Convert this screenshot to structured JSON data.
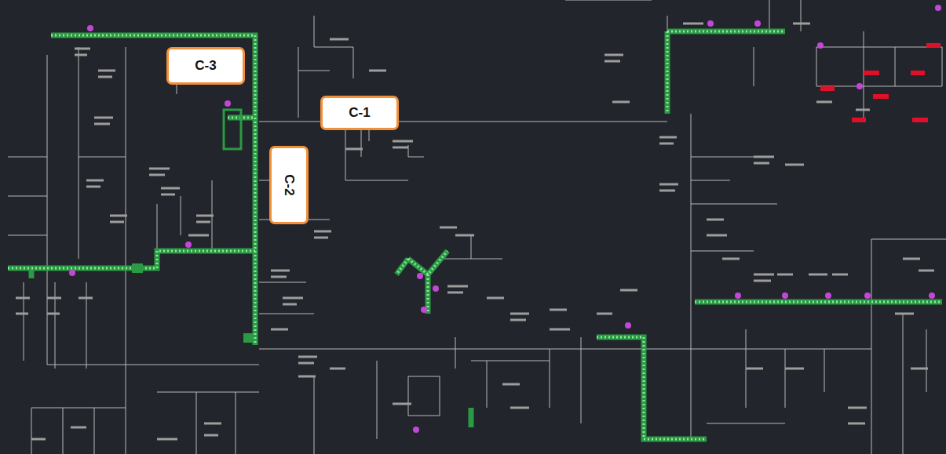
{
  "diagram": {
    "nodes": [
      {
        "text": [
          "C-3"
        ]
      },
      {
        "text": [
          "C-1"
        ]
      },
      {
        "text": [
          "C-2"
        ]
      }
    ]
  }
}
